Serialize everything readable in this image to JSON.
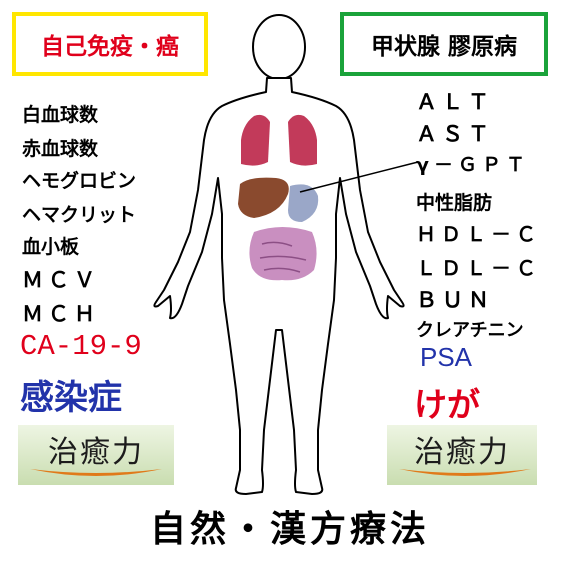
{
  "boxes": {
    "immune": "自己免疫・癌",
    "thyroid": "甲状腺 膠原病"
  },
  "left_labels": [
    "白血球数",
    "赤血球数",
    "ヘモグロビン",
    "ヘマクリット",
    "血小板",
    "ＭＣＶ",
    "ＭＣＨ"
  ],
  "right_labels": [
    "ＡＬＴ",
    "ＡＳＴ",
    "γ－ＧＰＴ",
    "中性脂肪",
    "ＨＤＬ－Ｃ",
    "ＬＤＬ－Ｃ",
    "ＢＵＮ",
    "クレアチニン"
  ],
  "ca": "CA-19-9",
  "infection": "感染症",
  "psa": "PSA",
  "injury": "けが",
  "healing_left": "治癒力",
  "healing_right": "治癒力",
  "bottom_title": "自然・漢方療法",
  "colors": {
    "yellow_border": "#ffe600",
    "green_border": "#1aa33a",
    "red_text": "#e0001b",
    "blue_text": "#2233aa",
    "organ_lung": "#c23a5a",
    "organ_liver": "#8a4a2e",
    "organ_intestine": "#c98fc0"
  }
}
